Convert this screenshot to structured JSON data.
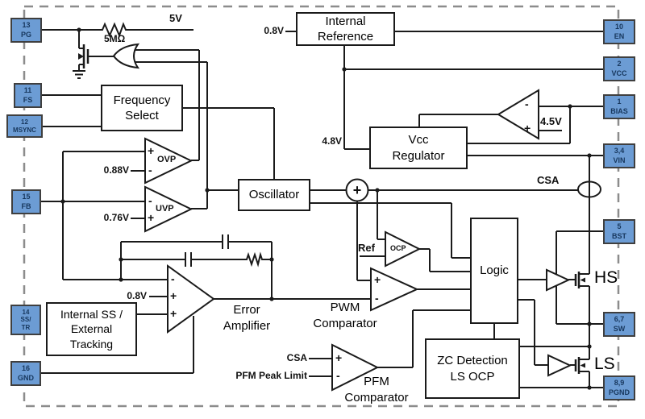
{
  "pins": {
    "left": [
      {
        "l1": "13",
        "l2": "PG"
      },
      {
        "l1": "11",
        "l2": "FS"
      },
      {
        "l1": "12",
        "l2": "MSYNC"
      },
      {
        "l1": "15",
        "l2": "FB"
      },
      {
        "l1": "14",
        "l2": "SS/",
        "l3": "TR"
      },
      {
        "l1": "16",
        "l2": "GND"
      }
    ],
    "right": [
      {
        "l1": "10",
        "l2": "EN"
      },
      {
        "l1": "2",
        "l2": "VCC"
      },
      {
        "l1": "1",
        "l2": "BIAS"
      },
      {
        "l1": "3,4",
        "l2": "VIN"
      },
      {
        "l1": "5",
        "l2": "BST"
      },
      {
        "l1": "6,7",
        "l2": "SW"
      },
      {
        "l1": "8,9",
        "l2": "PGND"
      }
    ]
  },
  "blocks": {
    "internal_reference": {
      "line1": "Internal",
      "line2": "Reference"
    },
    "frequency_select": {
      "line1": "Frequency",
      "line2": "Select"
    },
    "vcc_regulator": {
      "line1": "Vcc",
      "line2": "Regulator"
    },
    "oscillator": {
      "line1": "Oscillator"
    },
    "ss_tracking": {
      "line1": "Internal SS /",
      "line2": "External",
      "line3": "Tracking"
    },
    "logic": {
      "line1": "Logic"
    },
    "zc_detection": {
      "line1": "ZC Detection",
      "line2": "LS OCP"
    }
  },
  "comparators": {
    "ovp": {
      "label": "OVP",
      "plus": "+",
      "minus": "-",
      "ref": "0.88V"
    },
    "uvp": {
      "label": "UVP",
      "minus": "-",
      "plus": "+",
      "ref": "0.76V"
    },
    "ocp": {
      "label": "OCP",
      "ref": "Ref"
    },
    "vcc_comp": {
      "minus": "-",
      "plus": "+",
      "ref": "4.5V"
    },
    "error_amp": {
      "label1": "Error",
      "label2": "Amplifier",
      "minus": "-",
      "plus1": "+",
      "plus2": "+",
      "ref": "0.8V"
    },
    "pwm": {
      "label1": "PWM",
      "label2": "Comparator",
      "plus": "+",
      "minus": "-"
    },
    "pfm": {
      "label1": "PFM",
      "label2": "Comparator",
      "plus": "+",
      "minus": "-",
      "in_plus": "CSA",
      "in_minus": "PFM Peak Limit"
    }
  },
  "labels": {
    "v5": "5V",
    "r5m": "5MΩ",
    "vref_in": "0.8V",
    "v48": "4.8V",
    "csa": "CSA",
    "sum_plus": "+",
    "hs": "HS",
    "ls": "LS"
  },
  "colors": {
    "pin_fill": "#6C9CD4",
    "pin_border": "#3f3f3f",
    "pin_text": "#17375d",
    "line": "#1a1a1a",
    "dashed_border": "#8c8c8c"
  }
}
